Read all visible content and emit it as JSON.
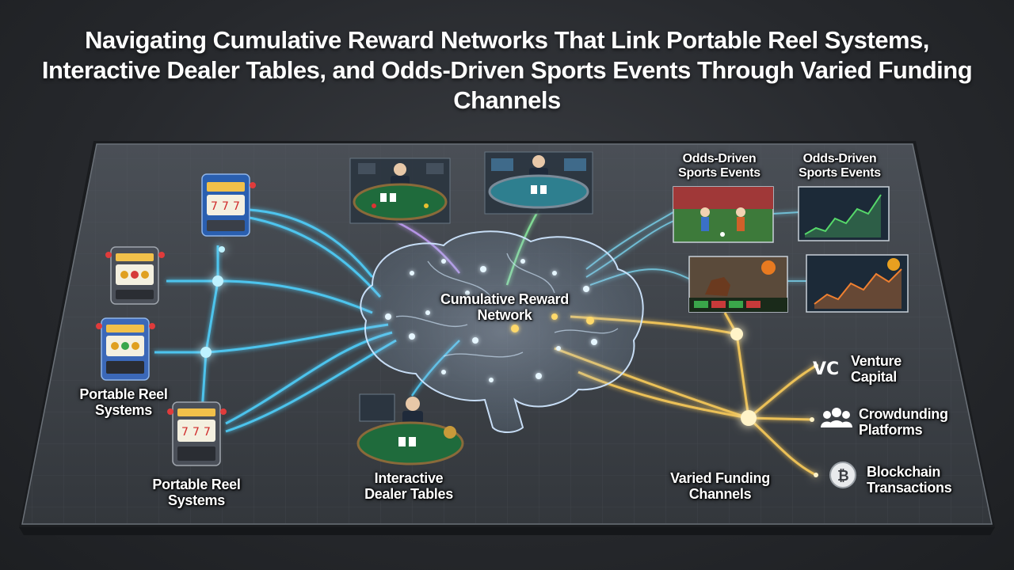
{
  "title": "Navigating Cumulative Reward Networks That Link Portable Reel Systems, Interactive Dealer Tables, and Odds-Driven Sports Events Through Varied Funding Channels",
  "labels": {
    "center": "Cumulative Reward Network",
    "reels_a": "Portable Reel Systems",
    "reels_b": "Portable Reel Systems",
    "dealer": "Interactive Dealer Tables",
    "sports_a": "Odds-Driven Sports Events",
    "sports_b": "Odds-Driven Sports Events",
    "funding": "Varied Funding Channels",
    "vc": "Venture Capital",
    "crowd": "Crowdunding Platforms",
    "chain": "Blockchain Transactions"
  },
  "icons": {
    "vc_logo": "VC",
    "chain_symbol": "₿"
  },
  "colors": {
    "accent_blue": "#4fd2ff",
    "accent_gold": "#ffcf5a",
    "accent_green": "#8cf2a0",
    "accent_purple": "#c9a2ff",
    "felt": "#1f6b3c"
  }
}
